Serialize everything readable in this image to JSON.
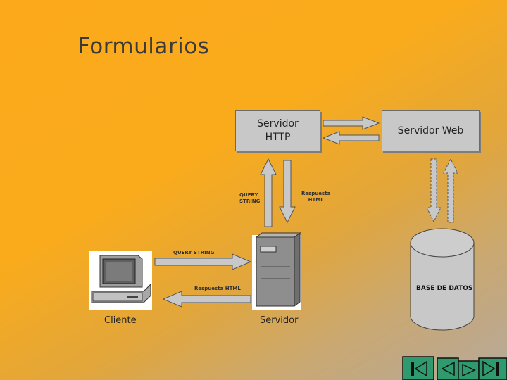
{
  "slide": {
    "title": "Formularios"
  },
  "diagram": {
    "http_server_line1": "Servidor",
    "http_server_line2": "HTTP",
    "web_server": "Servidor Web",
    "query_string_vertical_1": "QUERY",
    "query_string_vertical_2": "STRING",
    "html_response_vertical_1": "Respuesta",
    "html_response_vertical_2": "HTML",
    "query_string_horizontal": "QUERY STRING",
    "html_response_horizontal": "Respuesta HTML",
    "database": "BASE DE DATOS",
    "client": "Cliente",
    "server": "Servidor"
  },
  "navigation": {
    "buttons": [
      "first-slide",
      "previous-slide",
      "next-slide",
      "last-slide"
    ]
  },
  "colors": {
    "background": "#fcaa1b",
    "box_fill": "#c8c8c8",
    "arrow_fill": "#c8c8c8",
    "nav_button": "#2e9a6e"
  }
}
